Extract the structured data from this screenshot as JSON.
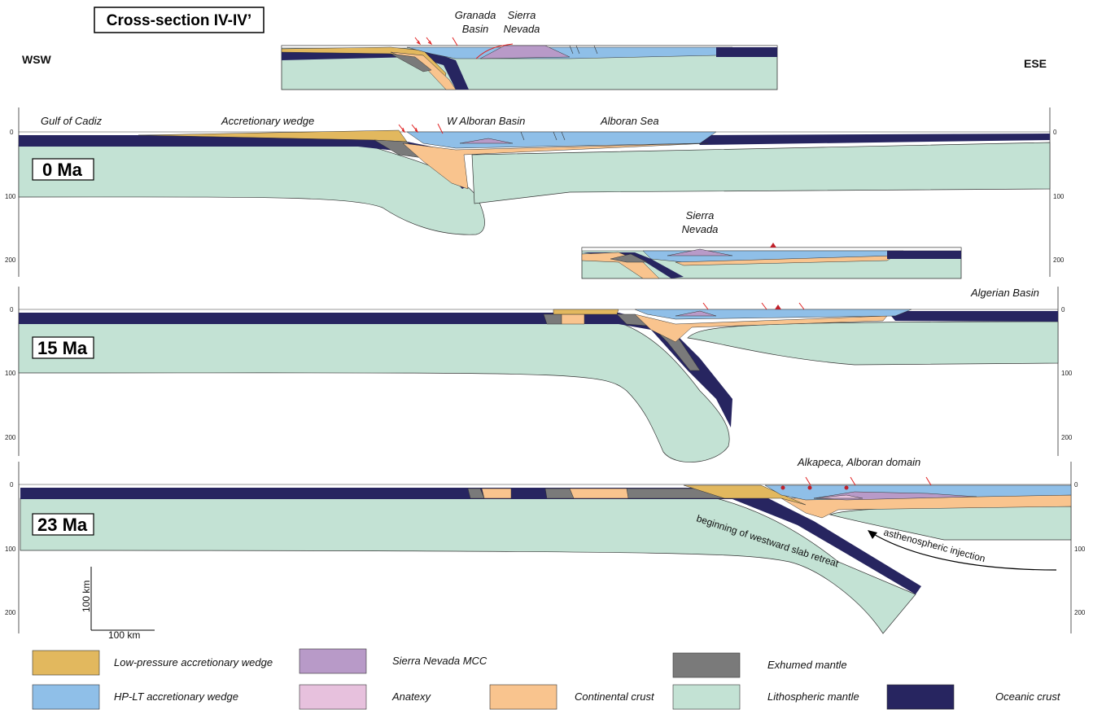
{
  "title": "Cross-section IV-IV’",
  "orientation": {
    "left": "WSW",
    "right": "ESE"
  },
  "inset_labels": {
    "granada_line1": "Granada",
    "granada_line2": "Basin",
    "sierra_line1": "Sierra",
    "sierra_line2": "Nevada"
  },
  "panel_0": {
    "age": "0 Ma",
    "labels": {
      "gulf": "Gulf of Cadiz",
      "wedge": "Accretionary wedge",
      "walboran": "W Alboran Basin",
      "alboran_sea": "Alboran Sea"
    },
    "ticks": [
      "0",
      "100",
      "200"
    ]
  },
  "panel_15": {
    "age": "15 Ma",
    "labels": {
      "sierra_line1": "Sierra",
      "sierra_line2": "Nevada",
      "algerian": "Algerian Basin"
    },
    "ticks": [
      "0",
      "100",
      "200"
    ]
  },
  "panel_23": {
    "age": "23 Ma",
    "labels": {
      "alkapeca": "Alkapeca, Alboran domain",
      "slab": "beginning of westward slab retreat",
      "injection": "asthenospheric injection"
    },
    "ticks": [
      "0",
      "100",
      "200"
    ]
  },
  "scale": {
    "vertical": "100 km",
    "horizontal": "100 km"
  },
  "colors": {
    "lp_wedge": "#e2b85e",
    "hp_wedge": "#8fbfe8",
    "sierra_mcc": "#b89ac8",
    "anatexy": "#e7c1dd",
    "cont_crust": "#f9c48e",
    "lith_mantle": "#c3e2d4",
    "exhumed": "#7a7a7a",
    "oceanic": "#272560",
    "fault": "#e02020"
  },
  "legend": [
    {
      "label": "Low-pressure accretionary wedge",
      "color": "#e2b85e"
    },
    {
      "label": "HP-LT accretionary wedge",
      "color": "#8fbfe8"
    },
    {
      "label": "Sierra Nevada MCC",
      "color": "#b89ac8"
    },
    {
      "label": "Anatexy",
      "color": "#e7c1dd"
    },
    {
      "label": "Continental crust",
      "color": "#f9c48e"
    },
    {
      "label": "Exhumed mantle",
      "color": "#7a7a7a"
    },
    {
      "label": "Lithospheric mantle",
      "color": "#c3e2d4"
    },
    {
      "label": "Oceanic crust",
      "color": "#272560"
    }
  ]
}
